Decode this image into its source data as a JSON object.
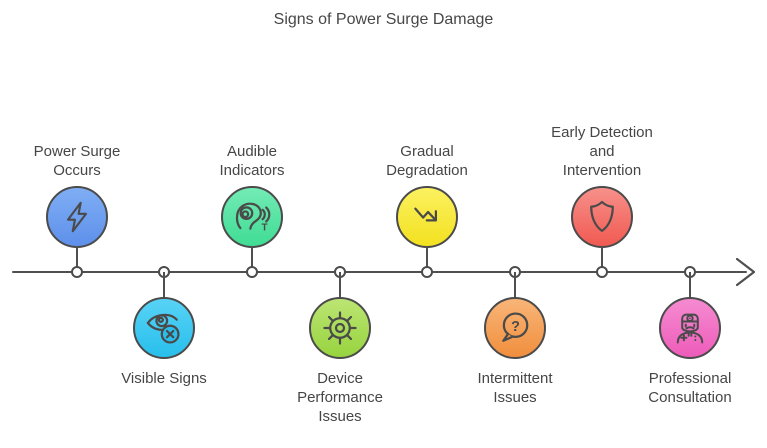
{
  "title": "Signs of Power Surge Damage",
  "axis": {
    "color": "#4F4F4F"
  },
  "timeline": {
    "items": [
      {
        "id": "power-surge-occurs",
        "label": "Power Surge\nOccurs",
        "side": "top",
        "color_top": "#7FAEF4",
        "color_bottom": "#5E90EB",
        "icon": "lightning-icon"
      },
      {
        "id": "visible-signs",
        "label": "Visible Signs",
        "side": "bottom",
        "color_top": "#58D3F6",
        "color_bottom": "#28BFEC",
        "icon": "eye-crossed-icon"
      },
      {
        "id": "audible-indicators",
        "label": "Audible\nIndicators",
        "side": "top",
        "color_top": "#73EBB5",
        "color_bottom": "#40DC94",
        "icon": "ear-icon",
        "icon_glyph": "T"
      },
      {
        "id": "device-performance-issues",
        "label": "Device\nPerformance\nIssues",
        "side": "bottom",
        "color_top": "#BCE573",
        "color_bottom": "#97D43F",
        "icon": "helm-gear-icon"
      },
      {
        "id": "gradual-degradation",
        "label": "Gradual\nDegradation",
        "side": "top",
        "color_top": "#FBF160",
        "color_bottom": "#F3E120",
        "icon": "trend-down-icon"
      },
      {
        "id": "intermittent-issues",
        "label": "Intermittent\nIssues",
        "side": "bottom",
        "color_top": "#F9B578",
        "color_bottom": "#F08F3E",
        "icon": "question-bubble-icon",
        "icon_glyph": "?"
      },
      {
        "id": "early-detection-and-intervention",
        "label": "Early Detection\nand\nIntervention",
        "side": "top",
        "color_top": "#F7908A",
        "color_bottom": "#F05A52",
        "icon": "shield-icon"
      },
      {
        "id": "professional-consultation",
        "label": "Professional\nConsultation",
        "side": "bottom",
        "color_top": "#F58BD1",
        "color_bottom": "#EE5CBA",
        "icon": "doctor-icon"
      }
    ]
  }
}
